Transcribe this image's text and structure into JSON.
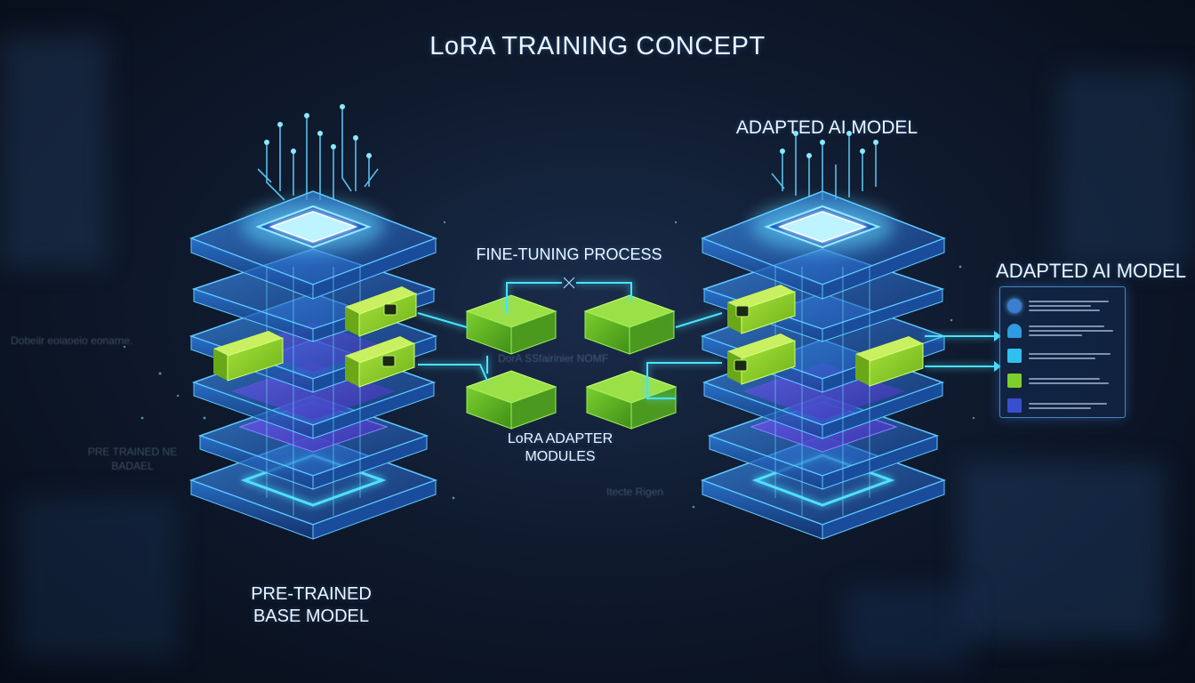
{
  "title": "LoRA TRAINING CONCEPT",
  "labels": {
    "adapted_model_top": "ADAPTED AI MODEL",
    "fine_tuning": "FINE-TUNING PROCESS",
    "adapted_model_side": "ADAPTED AI MODEL",
    "lora_adapter_line1": "LoRA ADAPTER",
    "lora_adapter_line2": "MODULES",
    "base_model_line1": "PRE-TRAINED",
    "base_model_line2": "BASE MODEL"
  },
  "background_text": {
    "left": "Dobeiir eoiaoeio eonarne.",
    "center": "DorA SSfairinier NOMF",
    "right": "Itecte Rigen",
    "base_line1": "PRE TRAINED NE",
    "base_line2": "BADAEL"
  },
  "output_panel": {
    "icons": [
      "brain-icon",
      "person-icon",
      "square-icon",
      "plus-icon",
      "play-icon"
    ]
  },
  "colors": {
    "accent_blue": "#3fa9ff",
    "accent_cyan": "#48e4ff",
    "adapter_green": "#8fd12c",
    "chip_glow": "#6ed8ff",
    "layer_purple": "#5a4fd8"
  }
}
